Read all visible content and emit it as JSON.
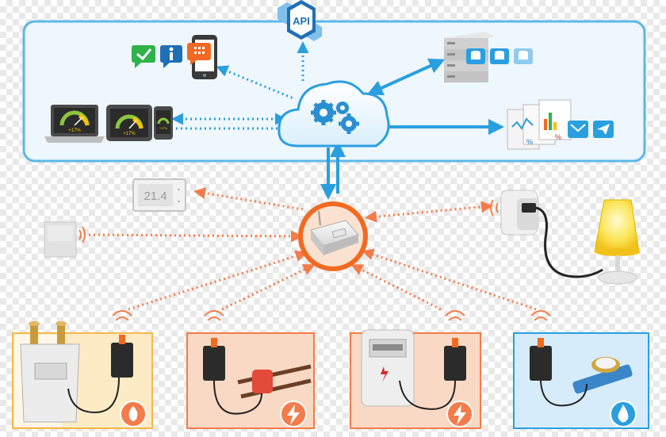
{
  "cloud_panel": {
    "border_color": "#5bb8e8",
    "fill": "#eef7fd"
  },
  "api_badge": {
    "label": "API"
  },
  "devices": {
    "laptop_gauge": "+17%",
    "tablet_gauge": "+17%",
    "phone_gauge": "+17%"
  },
  "thermostat": {
    "reading": "21.4"
  },
  "colors": {
    "cloud_link": "#2a9fdf",
    "radio_link": "#f47c4a",
    "gateway_ring": "#f26a22",
    "gas_panel": "#fdebc6",
    "electric_panel": "#f9d9c4",
    "water_panel": "#d6ecfa"
  },
  "icons": [
    "check-icon",
    "info-icon",
    "alert-phone-icon",
    "api-icon",
    "database-icon",
    "gears-icon",
    "report-icon",
    "mail-icon",
    "send-icon",
    "flame-icon",
    "bolt-icon",
    "water-drop-icon"
  ]
}
